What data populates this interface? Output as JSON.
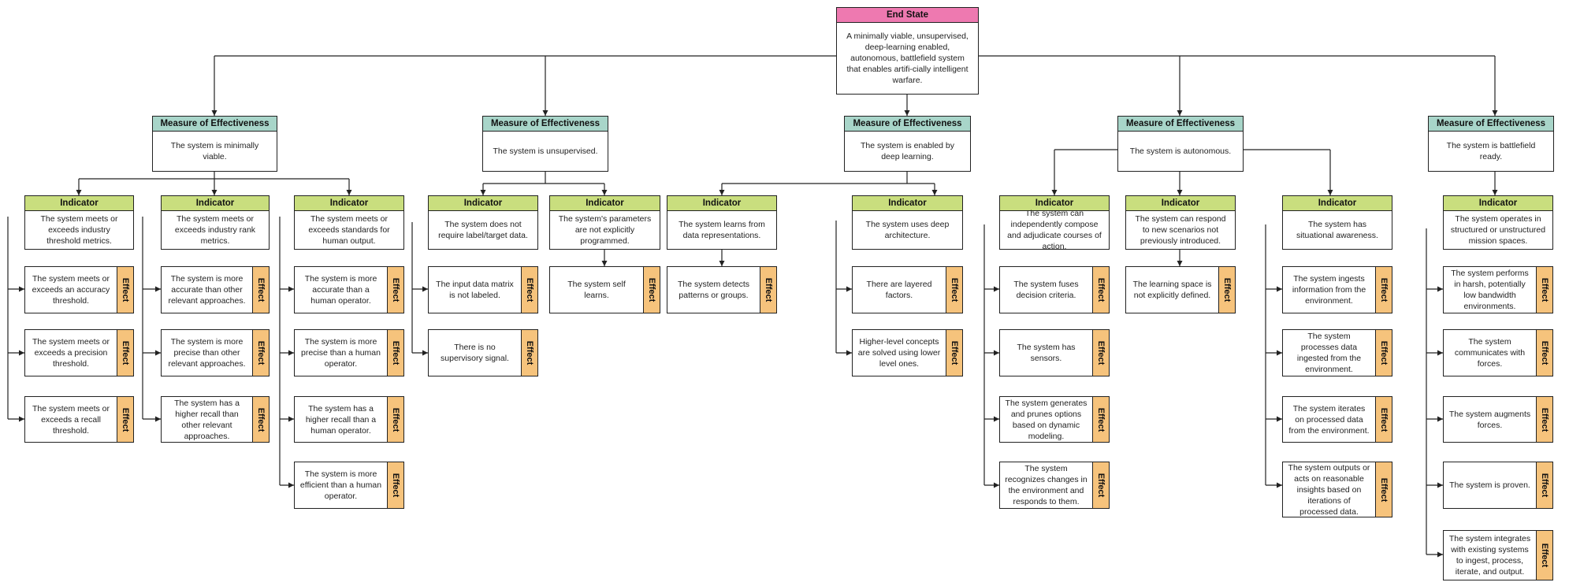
{
  "end_state": {
    "header": "End State",
    "text": "A minimally viable, unsupervised, deep-learning enabled, autonomous, battlefield system that enables artifi-cially intelligent warfare."
  },
  "measures": [
    {
      "header": "Measure of Effectiveness",
      "text": "The system is minimally viable.",
      "indicators": [
        {
          "header": "Indicator",
          "text": "The system meets or exceeds industry threshold metrics.",
          "effects": [
            "The system meets or exceeds an accuracy threshold.",
            "The system meets or exceeds a precision threshold.",
            "The system meets or exceeds a recall threshold."
          ]
        },
        {
          "header": "Indicator",
          "text": "The system meets or exceeds industry rank metrics.",
          "effects": [
            "The system is more accurate than other relevant approaches.",
            "The system is more precise than other relevant approaches.",
            "The system has a higher recall than other relevant approaches."
          ]
        },
        {
          "header": "Indicator",
          "text": "The system meets or exceeds standards for human output.",
          "effects": [
            "The system is more accurate than a human operator.",
            "The system is more precise than a human operator.",
            "The system has a higher recall than a human operator.",
            "The system is more efficient than a human operator."
          ]
        }
      ]
    },
    {
      "header": "Measure of Effectiveness",
      "text": "The system is unsupervised.",
      "indicators": [
        {
          "header": "Indicator",
          "text": "The system does not require label/target data.",
          "effects": [
            "The input data matrix is not labeled.",
            "There is no supervisory signal."
          ]
        },
        {
          "header": "Indicator",
          "text": "The system's parameters are not explicitly programmed.",
          "effects": [
            "The system self learns."
          ]
        }
      ]
    },
    {
      "header": "Measure of Effectiveness",
      "text": "The system is enabled by deep learning.",
      "indicators": [
        {
          "header": "Indicator",
          "text": "The system learns from data representations.",
          "effects": [
            "The system detects patterns or groups."
          ]
        },
        {
          "header": "Indicator",
          "text": "The system uses deep architecture.",
          "effects": [
            "There are layered factors.",
            "Higher-level concepts are solved using lower level ones."
          ]
        }
      ]
    },
    {
      "header": "Measure of Effectiveness",
      "text": "The system is autonomous.",
      "indicators": [
        {
          "header": "Indicator",
          "text": "The system can independently compose and adjudicate courses of action.",
          "effects": [
            "The system fuses decision criteria.",
            "The system has sensors.",
            "The system generates and prunes options based on dynamic modeling.",
            "The system recognizes changes in the environment and responds to them."
          ]
        },
        {
          "header": "Indicator",
          "text": "The system can respond to new scenarios not previously introduced.",
          "effects": [
            "The learning space is not explicitly defined."
          ]
        },
        {
          "header": "Indicator",
          "text": "The system has situational awareness.",
          "effects": [
            "The system ingests information from the environment.",
            "The system processes data ingested from the environment.",
            "The system iterates on processed data from the environment.",
            "The system outputs or acts on reasonable insights based on iterations of processed data."
          ]
        }
      ]
    },
    {
      "header": "Measure of Effectiveness",
      "text": "The system is battlefield ready.",
      "indicators": [
        {
          "header": "Indicator",
          "text": "The system operates in structured or unstructured mission spaces.",
          "effects": [
            "The system performs in harsh, potentially low bandwidth environments.",
            "The system communicates with forces.",
            "The system augments forces.",
            "The system is proven.",
            "The system integrates with existing systems to ingest, process, iterate, and output."
          ]
        }
      ]
    }
  ],
  "effect_label": "Effect",
  "colors": {
    "end_state_header": "#ee79b0",
    "measure_header": "#a8d5c9",
    "indicator_header": "#c9de7e",
    "effect_tab": "#f6c37c",
    "line": "#222222"
  }
}
